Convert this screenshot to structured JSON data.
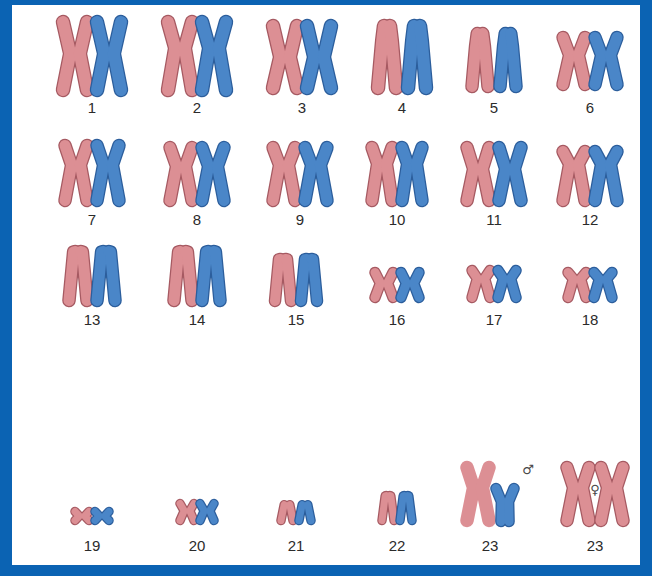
{
  "diagram": {
    "labels": [
      "1",
      "2",
      "3",
      "4",
      "5",
      "6",
      "7",
      "8",
      "9",
      "10",
      "11",
      "12",
      "13",
      "14",
      "15",
      "16",
      "17",
      "18",
      "19",
      "20",
      "21",
      "22",
      "23",
      "♂",
      "23",
      "♀"
    ]
  }
}
